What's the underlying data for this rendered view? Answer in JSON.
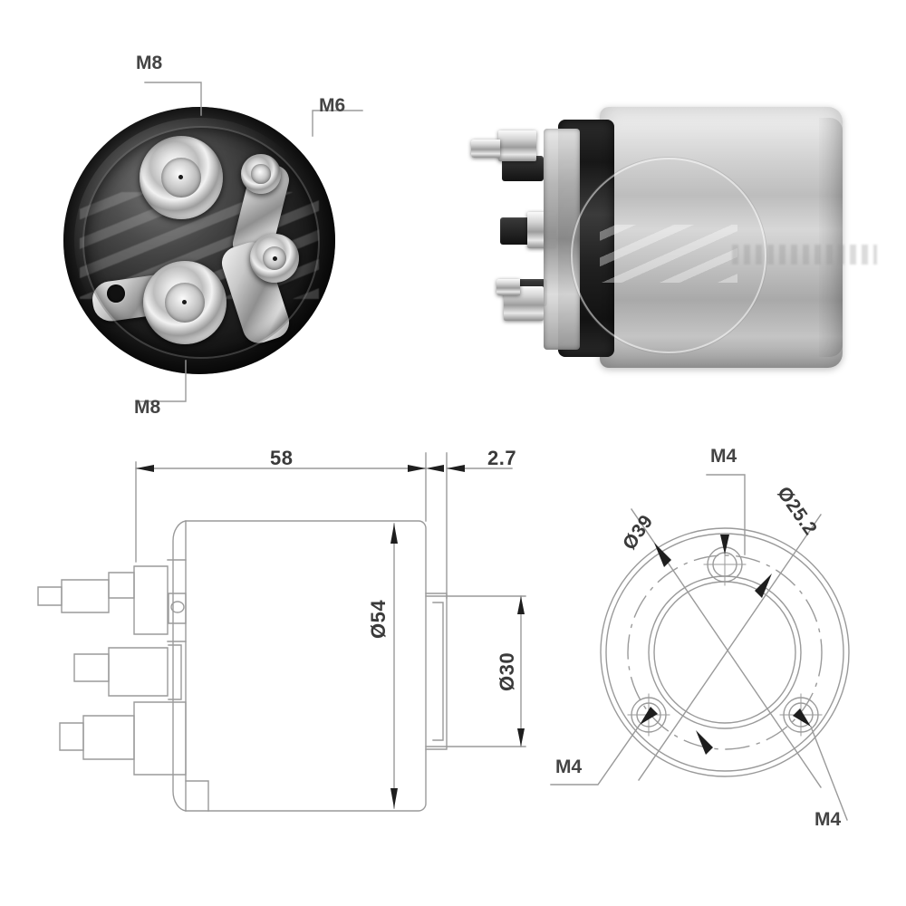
{
  "sheet": {
    "title": "Solenoid switch technical drawing sheet",
    "background_color": "#ffffff",
    "line_color": "#9a9a9a",
    "text_color": "#3a3a3a"
  },
  "views": {
    "front_photo": {
      "name": "front-terminal-view-photo",
      "description": "Front face of solenoid showing terminal studs"
    },
    "side_photo": {
      "name": "side-profile-view-photo",
      "description": "Side profile of solenoid body with terminals"
    },
    "side_drawing": {
      "name": "side-section-drawing",
      "description": "Dimensioned side elevation line drawing"
    },
    "end_drawing": {
      "name": "end-face-drawing",
      "description": "Dimensioned mounting face with 3 bolt holes"
    }
  },
  "callouts": {
    "front_top_m8": "M8",
    "front_right_m6": "M6",
    "front_bottom_m8": "M8",
    "end_top_m4": "M4",
    "end_left_m4": "M4",
    "end_bottom_right_m4": "M4"
  },
  "dimensions": {
    "length": "58",
    "flange_thickness": "2.7",
    "body_diameter": "Ø54",
    "nose_diameter": "Ø30",
    "bolt_circle_diameter": "Ø39",
    "pilot_diameter": "Ø25.2"
  },
  "units": {
    "system": "mm"
  },
  "end_view_holes": [
    {
      "label": "M4",
      "position": "top"
    },
    {
      "label": "M4",
      "position": "bottom-left"
    },
    {
      "label": "M4",
      "position": "bottom-right"
    }
  ]
}
